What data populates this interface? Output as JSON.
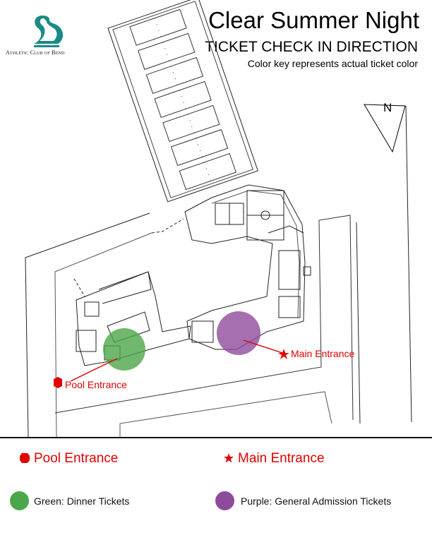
{
  "header": {
    "logo_text": "Athletic Club of Bend",
    "title": "Clear Summer Night",
    "subtitle": "TICKET CHECK IN DIRECTION",
    "note": "Color key represents actual ticket color"
  },
  "compass": {
    "label": "N"
  },
  "map": {
    "pool_entrance_label": "Pool Entrance",
    "main_entrance_label": "Main Entrance"
  },
  "legend": {
    "pool_entrance": "Pool Entrance",
    "main_entrance": "Main Entrance",
    "green_label": "Green: Dinner Tickets",
    "purple_label": "Purple: General Admission Tickets"
  },
  "colors": {
    "green": "#4ca64a",
    "purple": "#8e4b9c",
    "marker_red": "#e10000",
    "logo_teal": "#1a8a86"
  }
}
